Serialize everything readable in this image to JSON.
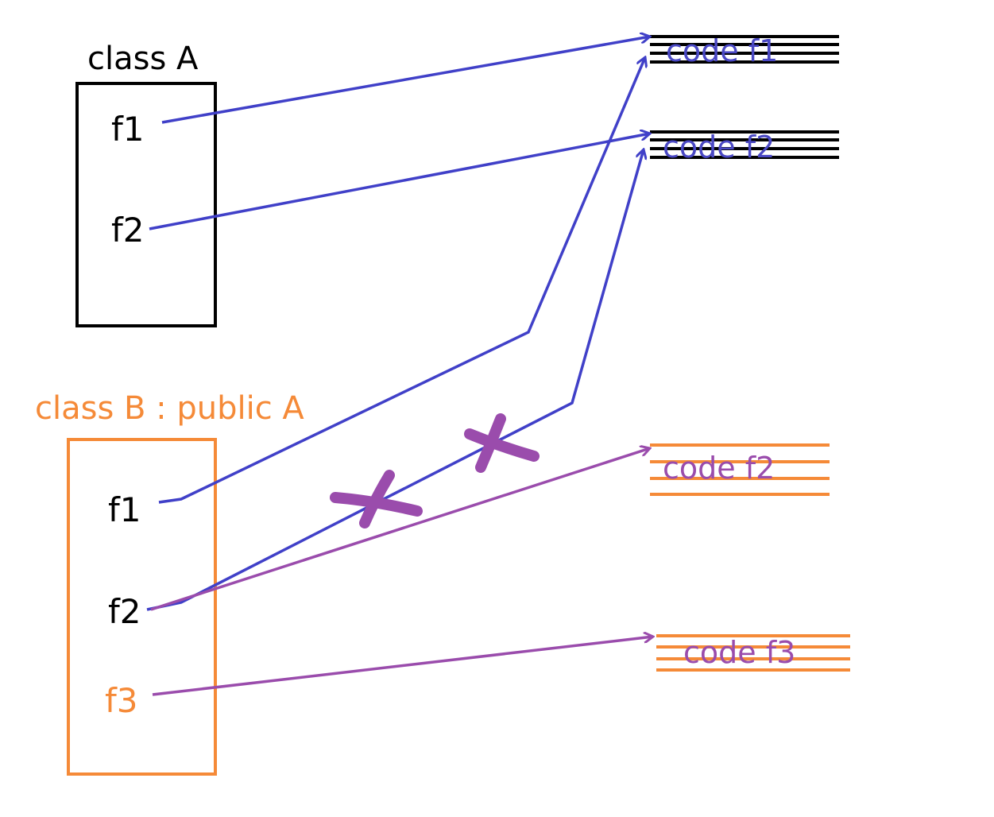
{
  "class_a": {
    "title": "class A",
    "members": [
      "f1",
      "f2"
    ]
  },
  "class_b": {
    "title": "class B : public A",
    "members": [
      "f1",
      "f2",
      "f3"
    ]
  },
  "code_blocks": {
    "a_f1": "code f1",
    "a_f2": "code f2",
    "b_f2": "code f2",
    "b_f3": "code f3"
  },
  "colors": {
    "black": "#000000",
    "orange": "#f58a38",
    "blue_arrow": "#4040c8",
    "purple_arrow": "#9a4cac",
    "cross_mark": "#9a4cac"
  }
}
